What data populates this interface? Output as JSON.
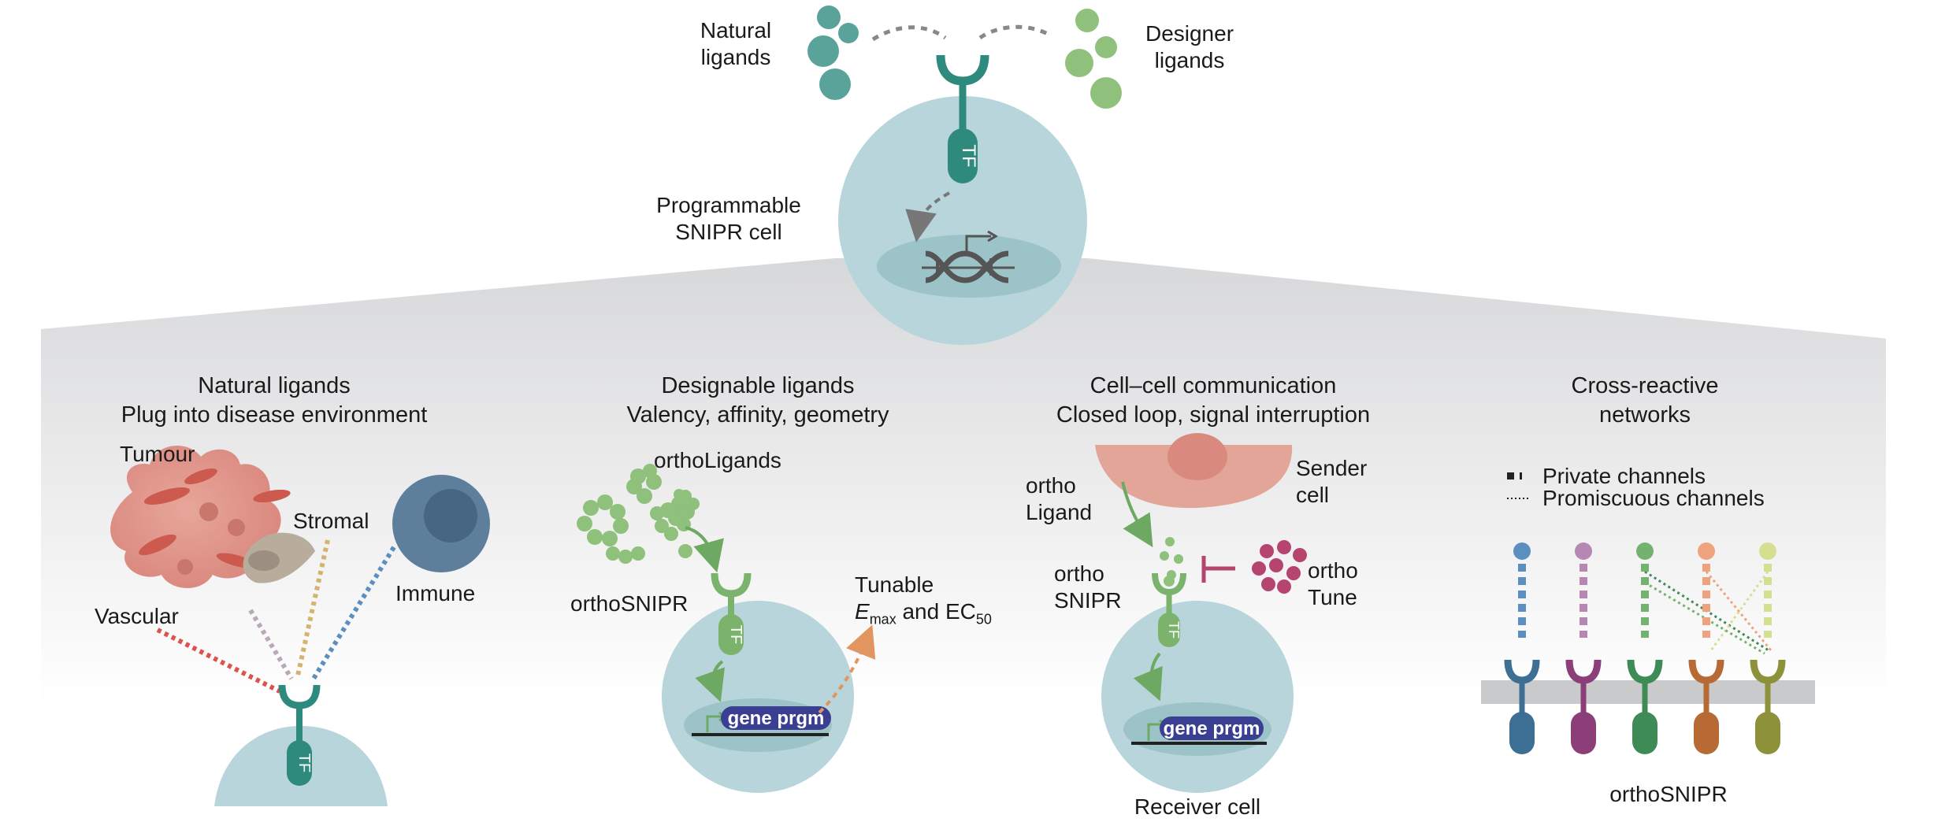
{
  "top": {
    "natural_ligands": [
      "Natural",
      "ligands"
    ],
    "designer_ligands": [
      "Designer",
      "ligands"
    ],
    "cell_label": [
      "Programmable",
      "SNIPR cell"
    ],
    "tf": "TF"
  },
  "panels": [
    {
      "title_line1": "Natural ligands",
      "title_line2": "Plug into disease environment",
      "labels": {
        "tumour": "Tumour",
        "stromal": "Stromal",
        "immune": "Immune",
        "vascular": "Vascular"
      },
      "tf": "TF"
    },
    {
      "title_line1": "Designable ligands",
      "title_line2": "Valency, affinity, geometry",
      "labels": {
        "ortholigands": "orthoLigands",
        "orthosnipr": "orthoSNIPR",
        "tunable": "Tunable",
        "emax_e": "E",
        "emax_sub": "max",
        "and_ec": " and EC",
        "ec_sub": "50",
        "gene_prgm": "gene prgm"
      },
      "tf": "TF"
    },
    {
      "title_line1": "Cell–cell communication",
      "title_line2": "Closed loop, signal interruption",
      "labels": {
        "ortho_ligand": [
          "ortho",
          "Ligand"
        ],
        "sender_cell": [
          "Sender",
          "cell"
        ],
        "ortho_snipr": [
          "ortho",
          "SNIPR"
        ],
        "ortho_tune": [
          "ortho",
          "Tune"
        ],
        "gene_prgm": "gene prgm",
        "receiver_cell": "Receiver cell"
      },
      "tf": "TF"
    },
    {
      "title_line1": "Cross-reactive",
      "title_line2": "networks",
      "legend": {
        "private": "Private channels",
        "promiscuous": "Promiscuous channels"
      },
      "footer": "orthoSNIPR",
      "receptor_colors": [
        "#3d6e93",
        "#8b3e78",
        "#3f8b55",
        "#b86a35",
        "#8d913a"
      ],
      "ligand_colors": [
        "#5a8fbf",
        "#b787b4",
        "#74b36f",
        "#eea27e",
        "#d4df92"
      ]
    }
  ]
}
